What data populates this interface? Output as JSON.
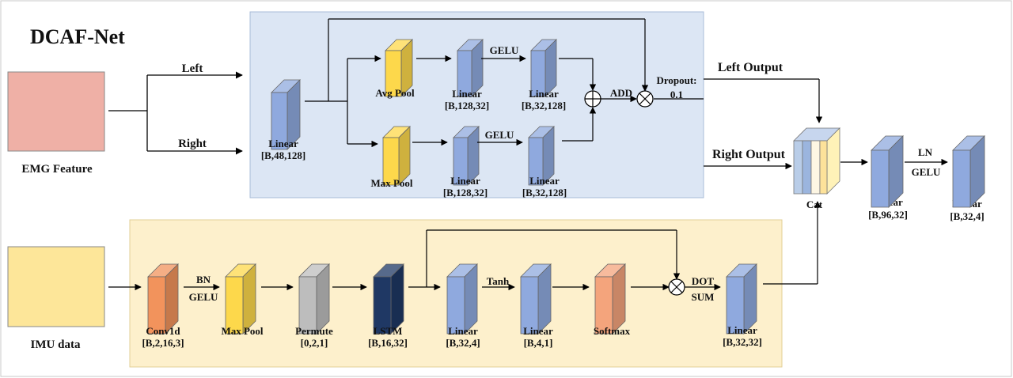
{
  "title": "DCAF-Net",
  "colors": {
    "emg_box": "#efb0a6",
    "imu_box": "#fde699",
    "emg_panel": "#dce6f4",
    "imu_panel": "#fdf0cc",
    "blue_block": "#8fa9de",
    "yellow_block": "#fdd84b",
    "orange_block": "#f2935c",
    "gray_block": "#bdbdbd",
    "navy_block": "#1f3864",
    "salmon_block": "#f4a47c"
  },
  "inputs": {
    "emg": "EMG Feature",
    "imu": "IMU data"
  },
  "emg_branch": {
    "left_label": "Left",
    "right_label": "Right",
    "linear_in": {
      "name": "Linear",
      "shape": "[B,48,128]"
    },
    "avg_pool": "Avg Pool",
    "max_pool": "Max Pool",
    "top_linear1": {
      "name": "Linear",
      "shape": "[B,128,32]"
    },
    "top_linear2": {
      "name": "Linear",
      "shape": "[B,32,128]"
    },
    "bot_linear1": {
      "name": "Linear",
      "shape": "[B,128,32]"
    },
    "bot_linear2": {
      "name": "Linear",
      "shape": "[B,32,128]"
    },
    "gelu_top": "GELU",
    "gelu_bot": "GELU",
    "add": "ADD",
    "dropout": "Dropout:",
    "dropout_val": "0.1",
    "left_output": "Left Output",
    "right_output": "Right Output"
  },
  "imu_branch": {
    "conv": {
      "name": "Conv1d",
      "shape": "[B,2,16,3]"
    },
    "bn": "BN",
    "gelu": "GELU",
    "max_pool": "Max Pool",
    "permute": {
      "name": "Permute",
      "shape": "[0,2,1]"
    },
    "lstm": {
      "name": "LSTM",
      "shape": "[B,16,32]"
    },
    "linear1": {
      "name": "Linear",
      "shape": "[B,32,4]"
    },
    "tanh": "Tanh",
    "linear2": {
      "name": "Linear",
      "shape": "[B,4,1]"
    },
    "softmax": "Softmax",
    "dot": "DOT",
    "sum": "SUM",
    "linear_out": {
      "name": "Linear",
      "shape": "[B,32,32]"
    }
  },
  "fusion": {
    "cat": "Cat",
    "linear1": {
      "name": "Linear",
      "shape": "[B,96,32]"
    },
    "ln": "LN",
    "gelu": "GELU",
    "linear2": {
      "name": "Linear",
      "shape": "[B,32,4]"
    }
  }
}
